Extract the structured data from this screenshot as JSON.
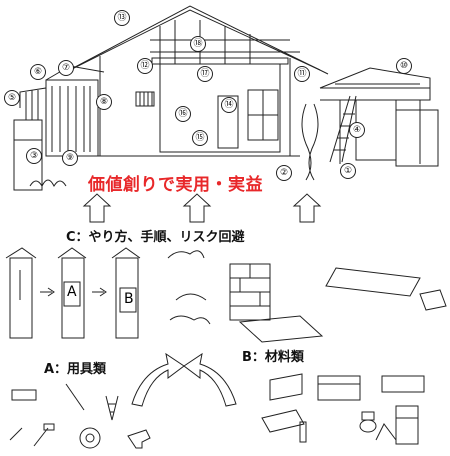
{
  "headline": "価値創りで実用・実益",
  "captions": {
    "process": "C：やり方、手順、リスク回避",
    "tools": "A：用具類",
    "materials": "B：材料類"
  },
  "step_labels": {
    "a": "A",
    "b": "B"
  },
  "markers": [
    "①",
    "②",
    "③",
    "④",
    "⑤",
    "⑥",
    "⑦",
    "⑧",
    "⑨",
    "⑩",
    "⑪",
    "⑫",
    "⑬",
    "⑭",
    "⑮",
    "⑯",
    "⑰",
    "⑱"
  ],
  "colors": {
    "headline": "#e8282a",
    "line": "#222222"
  }
}
